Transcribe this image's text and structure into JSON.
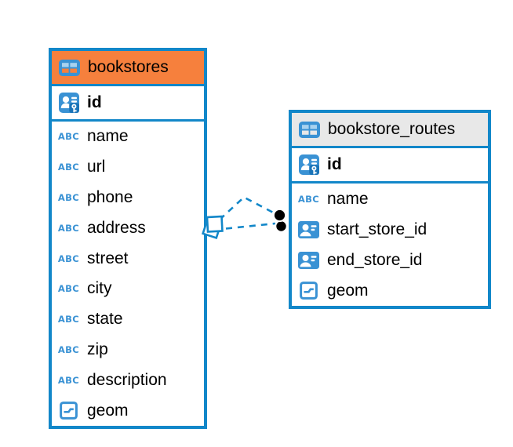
{
  "diagram": {
    "type": "entity-relationship",
    "colors": {
      "accent_blue": "#1287c9",
      "icon_blue": "#3a92d4",
      "icon_light_blue": "#a9d2ef",
      "icon_key_patch_blue": "#1a74b8",
      "bookstores_header": "#f6803d",
      "routes_header": "#e8e8e8",
      "relationship_dot": "#000000",
      "text": "#000000"
    },
    "tables": [
      {
        "name": "bookstores",
        "header_color": "#f6803d",
        "primary_key": {
          "name": "id",
          "icon": "primary-key"
        },
        "columns": [
          {
            "name": "name",
            "icon": "text"
          },
          {
            "name": "url",
            "icon": "text"
          },
          {
            "name": "phone",
            "icon": "text"
          },
          {
            "name": "address",
            "icon": "text"
          },
          {
            "name": "street",
            "icon": "text"
          },
          {
            "name": "city",
            "icon": "text"
          },
          {
            "name": "state",
            "icon": "text"
          },
          {
            "name": "zip",
            "icon": "text"
          },
          {
            "name": "description",
            "icon": "text"
          },
          {
            "name": "geom",
            "icon": "geometry"
          }
        ]
      },
      {
        "name": "bookstore_routes",
        "header_color": "#e8e8e8",
        "primary_key": {
          "name": "id",
          "icon": "primary-key"
        },
        "columns": [
          {
            "name": "name",
            "icon": "text"
          },
          {
            "name": "start_store_id",
            "icon": "reference"
          },
          {
            "name": "end_store_id",
            "icon": "reference"
          },
          {
            "name": "geom",
            "icon": "geometry"
          }
        ]
      }
    ],
    "relationships": [
      {
        "from_table": "bookstore_routes",
        "to_table": "bookstores",
        "style": "dashed"
      },
      {
        "from_table": "bookstore_routes",
        "to_table": "bookstores",
        "style": "dashed"
      }
    ]
  }
}
